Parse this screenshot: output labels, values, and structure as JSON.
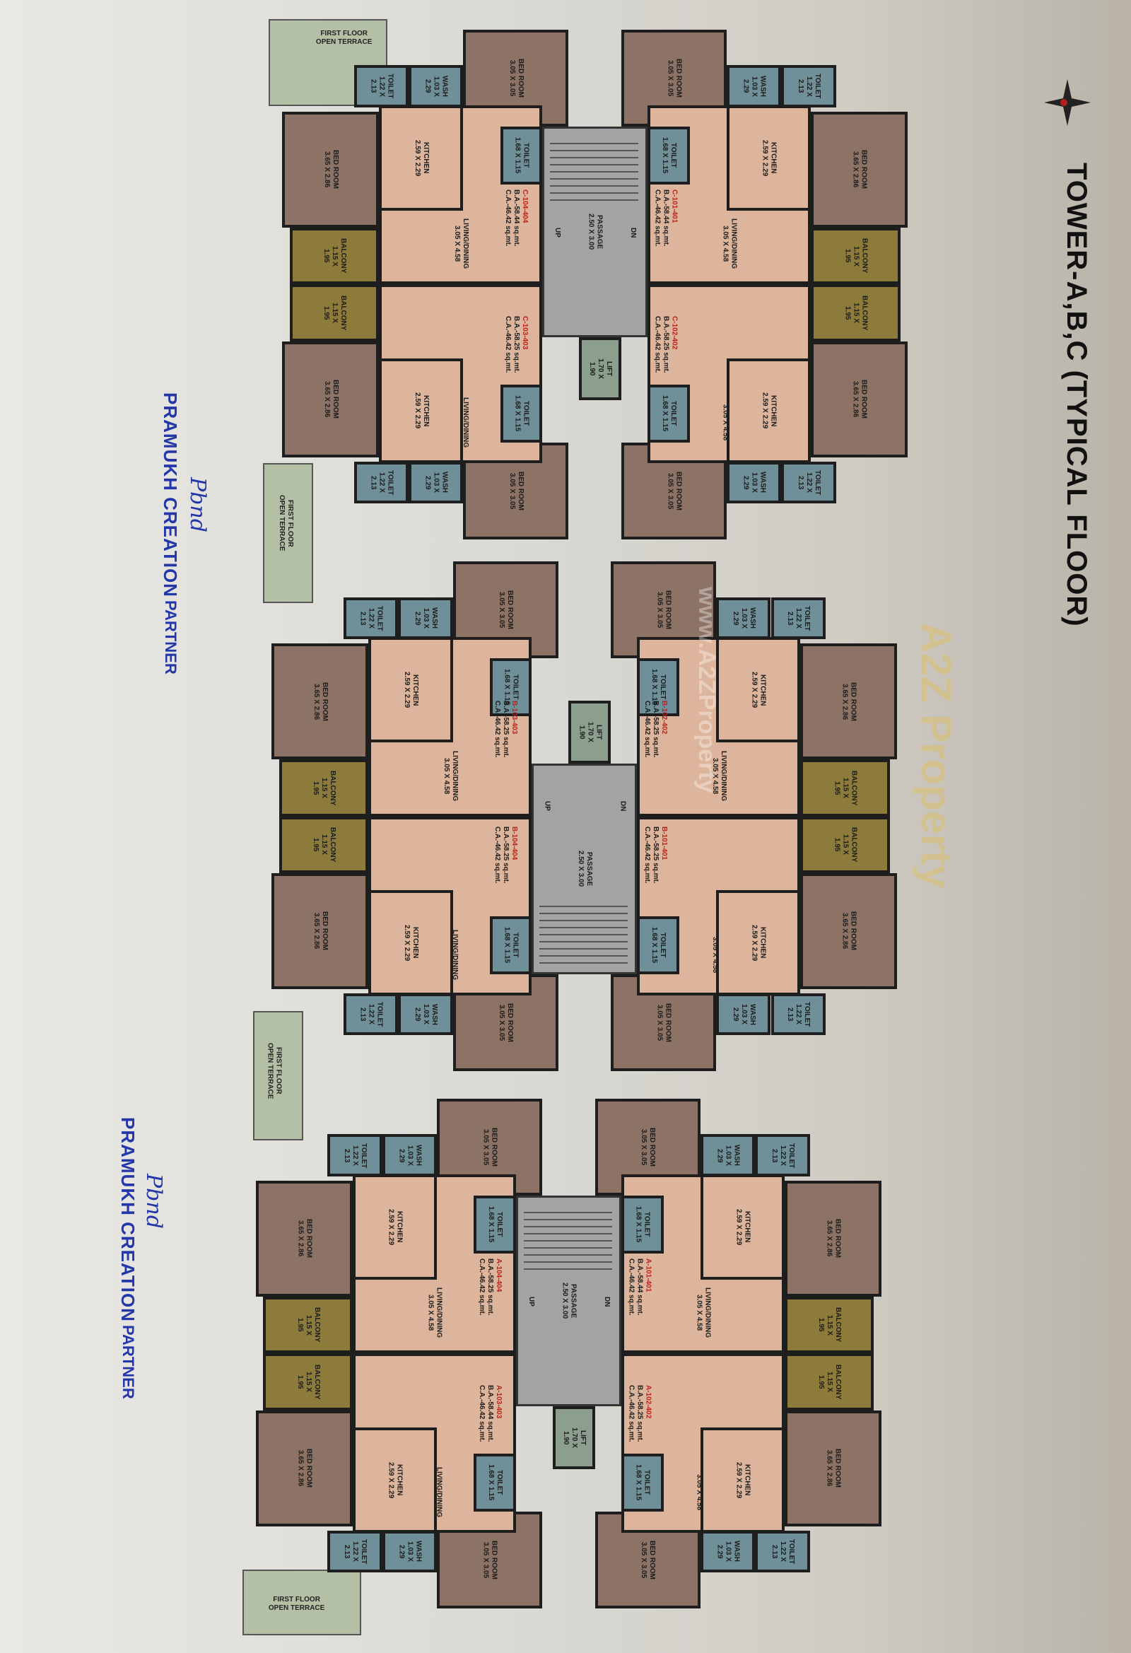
{
  "title": "TOWER-A,B,C (TYPICAL FLOOR)",
  "room_labels": {
    "bed_small": "BED ROOM\n3.05 X 3.05",
    "bed_large": "BED ROOM\n3.65 X 2.86",
    "kitchen": "KITCHEN\n2.59 X 2.29",
    "living": "LIVING/DINING\n3.05 X 4.58",
    "toilet_in": "TOILET\n1.68 X 1.15",
    "toilet_out": "TOILET\n1.22 X\n2.13",
    "wash": "WASH\n1.03 X\n2.29",
    "balcony": "BALCONY\n1.15 X\n1.95",
    "passage": "PASSAGE\n2.50 X 3.00",
    "lift": "LIFT\n1.70 X\n1.90",
    "up": "UP",
    "dn": "DN"
  },
  "terrace_label": "FIRST FLOOR\nOPEN TERRACE",
  "blocks": [
    {
      "name": "C",
      "flats": [
        {
          "id": "C-101-401",
          "ba": "B.A.-58.44 sq.mt.",
          "ca": "C.A.-46.42 sq.mt."
        },
        {
          "id": "C-102-402",
          "ba": "B.A.-58.25 sq.mt.",
          "ca": "C.A.-46.42 sq.mt."
        },
        {
          "id": "C-104-404",
          "ba": "B.A.-58.44 sq.mt.",
          "ca": "C.A.-46.42 sq.mt."
        },
        {
          "id": "C-103-403",
          "ba": "B.A.-58.25 sq.mt.",
          "ca": "C.A.-46.42 sq.mt."
        }
      ]
    },
    {
      "name": "B",
      "flats": [
        {
          "id": "B-101-401",
          "ba": "B.A.-58.25 sq.mt.",
          "ca": "C.A.-46.42 sq.mt."
        },
        {
          "id": "B-102-402",
          "ba": "B.A.-58.25 sq.mt.",
          "ca": "C.A.-46.42 sq.mt."
        },
        {
          "id": "B-104-404",
          "ba": "B.A.-58.25 sq.mt.",
          "ca": "C.A.-46.42 sq.mt."
        },
        {
          "id": "B-103-403",
          "ba": "B.A.-58.25 sq.mt.",
          "ca": "C.A.-46.42 sq.mt."
        }
      ]
    },
    {
      "name": "A",
      "flats": [
        {
          "id": "A-101-401",
          "ba": "B.A.-58.44 sq.mt.",
          "ca": "C.A.-46.42 sq.mt."
        },
        {
          "id": "A-102-402",
          "ba": "B.A.-58.25 sq.mt.",
          "ca": "C.A.-46.42 sq.mt."
        },
        {
          "id": "A-104-404",
          "ba": "B.A.-58.25 sq.mt.",
          "ca": "C.A.-46.42 sq.mt."
        },
        {
          "id": "A-103-403",
          "ba": "B.A.-58.44 sq.mt.",
          "ca": "C.A.-46.42 sq.mt."
        }
      ]
    }
  ],
  "stamps": [
    {
      "name": "PRAMUKH CREATION",
      "role": "PARTNER"
    },
    {
      "name": "PRAMUKH CREATION",
      "role": "PARTNER"
    }
  ],
  "watermark": "www.A2ZProperty",
  "watermark_logo": "A2Z Property",
  "colors": {
    "living": "#dcb59c",
    "bedroom": "#8d7366",
    "toilet": "#6f9098",
    "balcony": "#8c7b3a",
    "core": "#a3a3a3",
    "lift": "#8c9e8e",
    "terrace": "#b4c0a6",
    "unit_id": "#c0201a",
    "stamp": "#2437a8"
  }
}
